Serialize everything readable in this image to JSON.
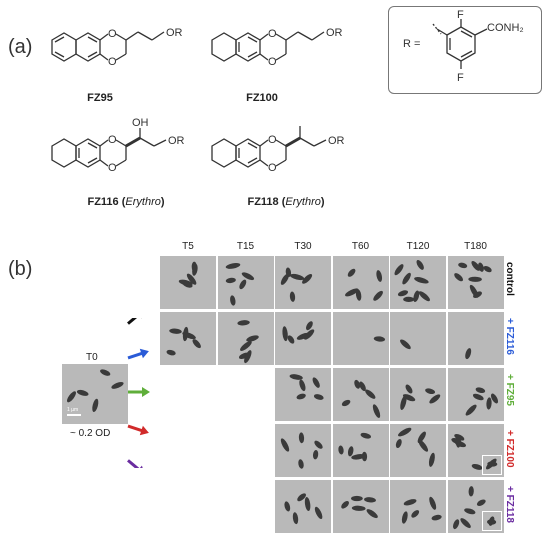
{
  "panel_a": {
    "label": "(a)",
    "compounds": [
      {
        "name": "FZ95",
        "suffix": ""
      },
      {
        "name": "FZ100",
        "suffix": ""
      },
      {
        "name": "FZ116",
        "suffix": "Erythro"
      },
      {
        "name": "FZ118",
        "suffix": "Erythro"
      }
    ],
    "atoms": {
      "O": "O",
      "OR": "OR",
      "OH": "OH",
      "F": "F",
      "CONH2": "CONH₂",
      "R_eq": "R ="
    }
  },
  "panel_b": {
    "label": "(b)",
    "timepoints": [
      "T5",
      "T15",
      "T30",
      "T60",
      "T120",
      "T180"
    ],
    "t0": {
      "label": "T0",
      "od": "~ 0.2 OD",
      "scale": "1 µm"
    },
    "rows": [
      {
        "label": "control",
        "color": "#111111"
      },
      {
        "label": "+ FZ116",
        "color": "#2a5bd7"
      },
      {
        "label": "+ FZ95",
        "color": "#5fae3a"
      },
      {
        "label": "+ FZ100",
        "color": "#d12a2a"
      },
      {
        "label": "+ FZ118",
        "color": "#6a2ca0"
      }
    ],
    "arrow_colors": [
      "#111111",
      "#2a5bd7",
      "#5fae3a",
      "#d12a2a",
      "#6a2ca0"
    ]
  }
}
